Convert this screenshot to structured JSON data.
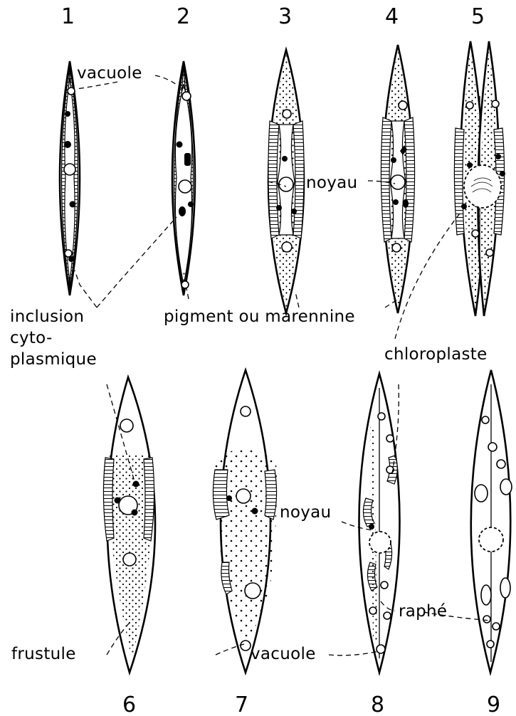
{
  "figure": {
    "panel_numbers": [
      "1",
      "2",
      "3",
      "4",
      "5",
      "6",
      "7",
      "8",
      "9"
    ],
    "labels": {
      "vacuole_top": "vacuole",
      "inclusion_line1": "inclusion",
      "inclusion_line2": "cyto-",
      "inclusion_line3": "plasmique",
      "pigment": "pigment ou marennine",
      "noyau_top": "noyau",
      "chloroplaste": "chloroplaste",
      "noyau_bottom": "noyau",
      "frustule": "frustule",
      "raphe": "raphé",
      "vacuole_bottom": "vacuole"
    },
    "icons": {
      "vacuole": "open-circle",
      "inclusion": "filled-dot",
      "nucleus": "large-open-circle",
      "pigment": "stipple",
      "chloroplast": "hatched-band"
    }
  }
}
